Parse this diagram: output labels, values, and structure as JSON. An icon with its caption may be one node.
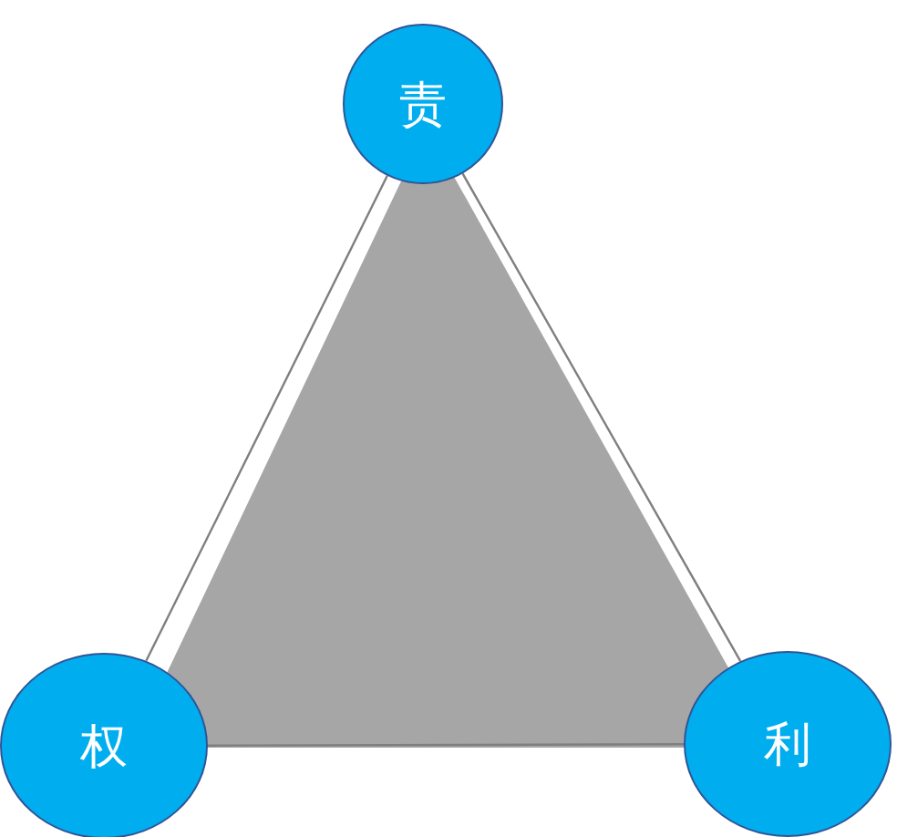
{
  "diagram": {
    "nodes": [
      {
        "text": [
          "责"
        ]
      },
      {
        "text": [
          "权"
        ]
      },
      {
        "text": [
          "利"
        ]
      }
    ],
    "edges": [
      {
        "from": 0,
        "to": 1,
        "arrow": "none"
      },
      {
        "from": 1,
        "to": 2,
        "arrow": "none"
      },
      {
        "from": 2,
        "to": 0,
        "arrow": "none"
      }
    ]
  }
}
